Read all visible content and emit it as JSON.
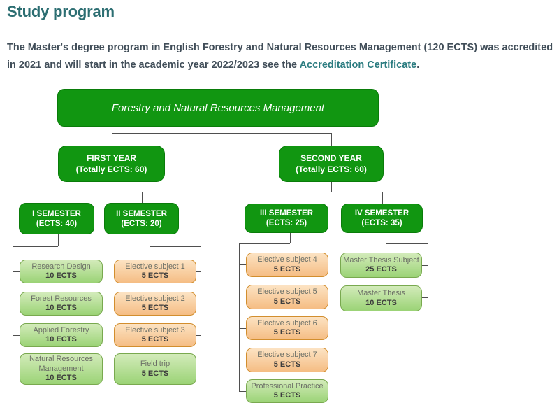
{
  "header": {
    "title": "Study program"
  },
  "intro": {
    "line1": "The Master's degree program in English Forestry and Natural Resources Management (120 ECTS) was accredited in 2021",
    "line2_prefix": "and will start in the academic year 2022/2023 see the ",
    "link_text": "Accreditation Certificate",
    "suffix": "."
  },
  "colors": {
    "heading": "#2c6e72",
    "body_text": "#414e59",
    "link": "#2b7c80",
    "node_green_fill": "#119611",
    "node_green_border": "#0a7c0a",
    "subject_green_top": "#d3ebba",
    "subject_green_bottom": "#9bd376",
    "subject_green_border": "#79a94f",
    "subject_orange_top": "#fce3c3",
    "subject_orange_bottom": "#f5bd84",
    "subject_orange_border": "#d28e2e",
    "connector": "#4f4f4f"
  },
  "chart_data": {
    "type": "tree",
    "root": {
      "label": "Forestry and Natural Resources Management"
    },
    "years": [
      {
        "label": "FIRST YEAR",
        "sublabel": "(Totally ECTS: 60)",
        "semesters": [
          {
            "label": "I SEMESTER",
            "sublabel": "(ECTS: 40)",
            "subjects": [
              {
                "name": "Research Design",
                "ects": "10 ECTS",
                "type": "core"
              },
              {
                "name": "Forest Resources",
                "ects": "10 ECTS",
                "type": "core"
              },
              {
                "name": "Applied Forestry",
                "ects": "10 ECTS",
                "type": "core"
              },
              {
                "name": "Natural Resources Management",
                "ects": "10 ECTS",
                "type": "core"
              }
            ]
          },
          {
            "label": "II SEMESTER",
            "sublabel": "(ECTS: 20)",
            "subjects": [
              {
                "name": "Elective subject 1",
                "ects": "5 ECTS",
                "type": "elective"
              },
              {
                "name": "Elective subject 2",
                "ects": "5 ECTS",
                "type": "elective"
              },
              {
                "name": "Elective subject 3",
                "ects": "5 ECTS",
                "type": "elective"
              },
              {
                "name": "Field trip",
                "ects": "5 ECTS",
                "type": "core"
              }
            ]
          }
        ]
      },
      {
        "label": "SECOND YEAR",
        "sublabel": "(Totally ECTS: 60)",
        "semesters": [
          {
            "label": "III SEMESTER",
            "sublabel": "(ECTS: 25)",
            "subjects": [
              {
                "name": "Elective subject 4",
                "ects": "5 ECTS",
                "type": "elective"
              },
              {
                "name": "Elective subject 5",
                "ects": "5 ECTS",
                "type": "elective"
              },
              {
                "name": "Elective subject 6",
                "ects": "5 ECTS",
                "type": "elective"
              },
              {
                "name": "Elective subject 7",
                "ects": "5 ECTS",
                "type": "elective"
              },
              {
                "name": "Professional Practice",
                "ects": "5 ECTS",
                "type": "core"
              }
            ]
          },
          {
            "label": "IV SEMESTER",
            "sublabel": "(ECTS: 35)",
            "subjects": [
              {
                "name": "Master Thesis Subject",
                "ects": "25 ECTS",
                "type": "core"
              },
              {
                "name": "Master Thesis",
                "ects": "10 ECTS",
                "type": "core"
              }
            ]
          }
        ]
      }
    ]
  }
}
